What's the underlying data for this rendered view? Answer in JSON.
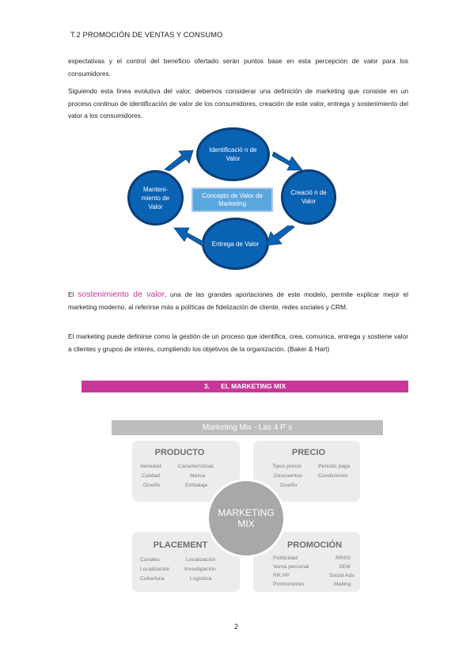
{
  "header": {
    "title": "T.2 PROMOCIÓN DE VENTAS Y CONSUMO"
  },
  "paragraphs": {
    "p1": "expectativas y el control del beneficio ofertado serán puntos base en esta percepción de valor para los consumidores.",
    "p2": "Siguiendo esta línea evolutiva del valor, debemos considerar una definición de marketing que consiste en un proceso continuo de identificación de valor de los consumidores, creación de este valor, entrega y sostenimiento del valor a los consumidores.",
    "p3_prefix": "El ",
    "p3_accent": "sostenimiento de valor",
    "p3_rest": ", una de las grandes aportaciones de este modelo, permite explicar mejor el marketing moderno, al referirse más a políticas de fidelización de cliente, redes sociales y CRM.",
    "p4": "El marketing puede definirse como la gestión de un proceso que identifica, crea, comunica, entrega y sostiene valor a clientes y grupos de interés, cumpliendo los objetivos de la organización. (Baker & Hart)"
  },
  "cycle": {
    "center": "Concepto de Valor de Marketing",
    "top": "Identificació n de Valor",
    "right": "Creació n de Valor",
    "bottom": "Entrega de Valor",
    "left": "Manteni- miento de Valor",
    "colors": {
      "circle": "#0a62b3",
      "circle_border": "#0b3e77",
      "center": "#5aa6de",
      "arrow": "#0a62b3"
    }
  },
  "section": {
    "heading": "3.      EL MARKETING MIX"
  },
  "mix": {
    "title": "Marketing Mix - Las 4 P´s",
    "center": "MARKETING MIX",
    "producto": {
      "title": "PRODUCTO",
      "left": [
        "Variedad",
        "Calidad",
        "Diseño"
      ],
      "right": [
        "Características",
        "Marca",
        "Embalaje"
      ]
    },
    "precio": {
      "title": "PRECIO",
      "left": [
        "Tipos precio",
        "Descuentos",
        "Diseño"
      ],
      "right": [
        "Periodo pago",
        "Condiciones"
      ]
    },
    "placement": {
      "title": "PLACEMENT",
      "left": [
        "Canales",
        "Localización",
        "Cobertura"
      ],
      "right": [
        "Localización",
        "Investigación",
        "Logística"
      ]
    },
    "promocion": {
      "title": "PROMOCIÓN",
      "left": [
        "Publicidad",
        "Venta personal",
        "RR.PP",
        "Promociones"
      ],
      "right": [
        "RRSS",
        "SEM",
        "Social Ads",
        "Mailing"
      ]
    }
  },
  "footer": {
    "page_number": "2"
  },
  "colors": {
    "accent": "#c8359b",
    "section_bar": "#c8369a"
  }
}
